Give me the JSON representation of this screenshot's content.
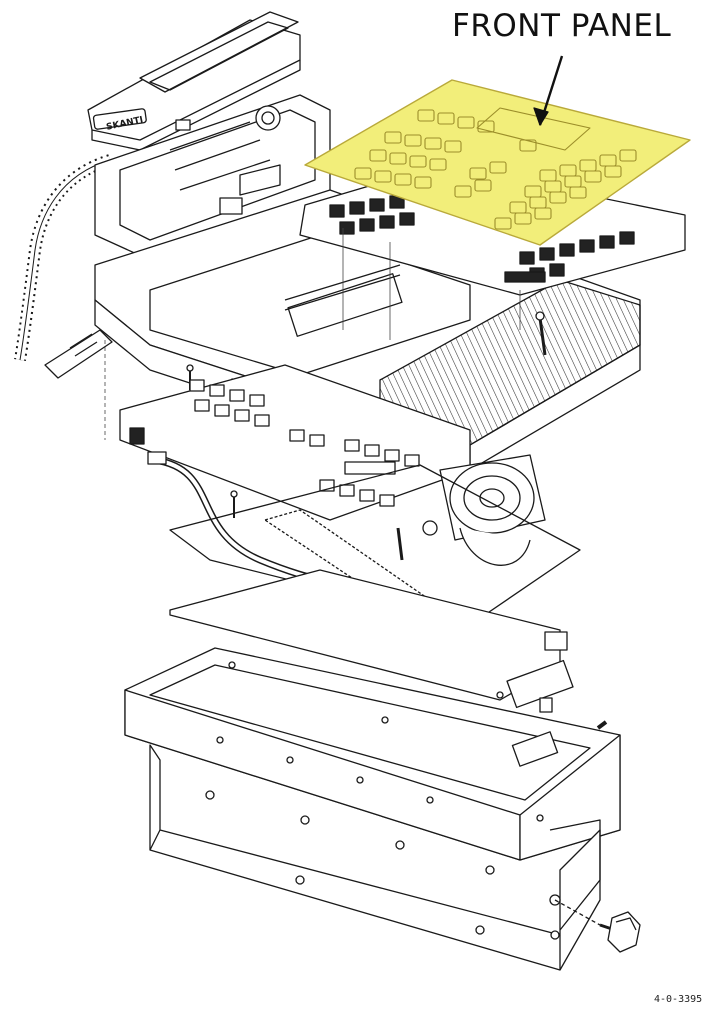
{
  "callout": {
    "label": "FRONT PANEL"
  },
  "handset": {
    "brand": "SKANTI"
  },
  "drawing": {
    "number": "4-0-3395"
  },
  "colors": {
    "highlight": "#f2ee7a",
    "highlight_stroke": "#b9a93a",
    "ink": "#1a1a1a"
  }
}
